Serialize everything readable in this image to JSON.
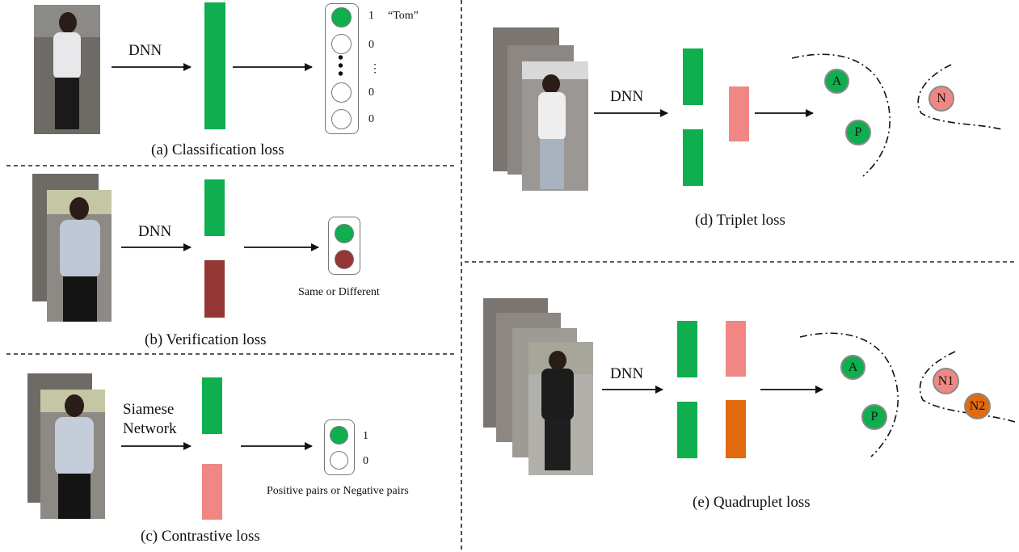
{
  "colors": {
    "green": "#0fae4e",
    "dark_red": "#943634",
    "pink": "#f08784",
    "orange": "#e26b10",
    "circle_border": "#8a8a8a"
  },
  "panels": {
    "a": {
      "caption": "(a) Classification loss",
      "arrow_label": "DNN",
      "outputs": [
        "1",
        "0",
        "⋮",
        "0",
        "0"
      ],
      "class_name": "“Tom”"
    },
    "b": {
      "caption": "(b) Verification loss",
      "arrow_label": "DNN",
      "result_label": "Same or Different"
    },
    "c": {
      "caption": "(c) Contrastive loss",
      "arrow_label_line1": "Siamese",
      "arrow_label_line2": "Network",
      "outputs": [
        "1",
        "0"
      ],
      "result_label": "Positive pairs or Negative pairs"
    },
    "d": {
      "caption": "(d) Triplet loss",
      "arrow_label": "DNN",
      "nodes": {
        "anchor": "A",
        "positive": "P",
        "negative": "N"
      }
    },
    "e": {
      "caption": "(e) Quadruplet loss",
      "arrow_label": "DNN",
      "nodes": {
        "anchor": "A",
        "positive": "P",
        "negative1": "N1",
        "negative2": "N2"
      }
    }
  }
}
